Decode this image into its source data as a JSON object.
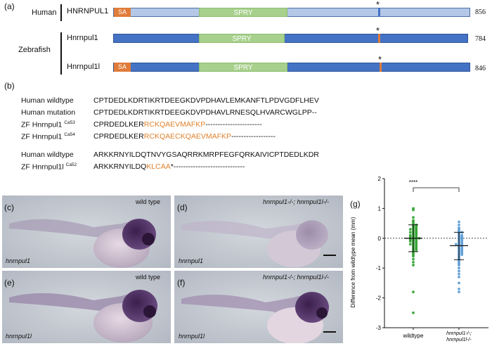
{
  "panel_a": {
    "label": "(a)",
    "human_group": "Human",
    "zebrafish_group": "Zebrafish",
    "proteins": [
      {
        "name": "HNRNPUL1",
        "domain_sa": "SA",
        "domain_spry": "SPRY",
        "length": "856",
        "mutation_marker": "*"
      },
      {
        "name": "Hnrnpul1",
        "domain_sa": "",
        "domain_spry": "SPRY",
        "length": "784",
        "mutation_marker": "*"
      },
      {
        "name": "Hnrnpul1l",
        "domain_sa": "SA",
        "domain_spry": "SPRY",
        "length": "846",
        "mutation_marker": "*"
      }
    ],
    "colors": {
      "human_bar": "#b4c7e7",
      "zebrafish_bar": "#4472c4",
      "sa": "#e07b39",
      "spry": "#a8d08d",
      "mutation_site": "#e07b39"
    }
  },
  "panel_b": {
    "label": "(b)",
    "rows": [
      {
        "label": "Human wildtype",
        "sup": "",
        "seq_black": "CPTDEDLKDRTIKRTDEEGKDVPDHAVLEMKANFTLPDVGDFLHEV",
        "seq_orange": "",
        "seq_tail": ""
      },
      {
        "label": "Human mutation",
        "sup": "",
        "seq_black": "CPTDEDLKDRTIKRTDEEGKDVPDHAVLRNESQLHVARCWGLPP--",
        "seq_orange": "",
        "seq_tail": ""
      },
      {
        "label": "ZF Hnrnpul1",
        "sup": "Ca53",
        "seq_black": "CPRDEDLKER",
        "seq_orange": "RCKQAEVMAFKP",
        "seq_tail": "-----------------------"
      },
      {
        "label": "ZF Hnrnpul1",
        "sup": "Ca54",
        "seq_black": "CPRDEDLKER",
        "seq_orange": "RCKQAECKQAEVMAFKP",
        "seq_tail": "------------------"
      },
      {
        "label": "Human wildtype",
        "sup": "",
        "seq_black": "ARKKRNYILDQTNVYGSAQRRKMRPFEGFQRKAIVICPTDEDLKDR",
        "seq_orange": "",
        "seq_tail": ""
      },
      {
        "label": "ZF Hnrnpul1l",
        "sup": "Ca52",
        "seq_black": "ARKKRNYILDQ",
        "seq_orange": "KLCAA",
        "seq_tail": "*-----------------------------"
      }
    ]
  },
  "panels_images": [
    {
      "label": "(c)",
      "genotype": "wild type",
      "probe": "hnrnpul1"
    },
    {
      "label": "(d)",
      "genotype": "hnrnpul1-/-; hnrnpul1l-/-",
      "probe": "hnrnpul1"
    },
    {
      "label": "(e)",
      "genotype": "wild type",
      "probe": "hnrnpul1l"
    },
    {
      "label": "(f)",
      "genotype": "hnrnpul1-/-; hnrnpul1l-/-",
      "probe": "hnrnpul1l"
    }
  ],
  "panel_g": {
    "label": "(g)",
    "significance": "****",
    "ylabel": "Difference from wildtype mean (mm)",
    "yticks": [
      "2",
      "1",
      "0",
      "-1",
      "-2",
      "-3"
    ],
    "x_wildtype": "wildtype",
    "x_mutant_line1": "hnrnpul1-/-;",
    "x_mutant_line2": "hnrnpul1l-/-",
    "chart_data": {
      "type": "scatter",
      "xlabel": "",
      "ylabel": "Difference from wildtype mean (mm)",
      "ylim": [
        -3,
        2
      ],
      "categories": [
        "wildtype",
        "hnrnpul1-/-; hnrnpul1l-/-"
      ],
      "series": [
        {
          "name": "wildtype",
          "color": "#2ca02c",
          "mean": 0.0,
          "sd_low": -0.45,
          "sd_high": 0.45,
          "values": [
            1.0,
            0.95,
            0.7,
            0.6,
            0.55,
            0.5,
            0.45,
            0.45,
            0.4,
            0.4,
            0.35,
            0.35,
            0.3,
            0.3,
            0.3,
            0.25,
            0.25,
            0.2,
            0.2,
            0.2,
            0.15,
            0.15,
            0.1,
            0.1,
            0.1,
            0.05,
            0.05,
            0.05,
            0.0,
            0.0,
            0.0,
            0.0,
            -0.05,
            -0.05,
            -0.05,
            -0.1,
            -0.1,
            -0.1,
            -0.15,
            -0.15,
            -0.2,
            -0.2,
            -0.2,
            -0.25,
            -0.25,
            -0.3,
            -0.3,
            -0.35,
            -0.35,
            -0.4,
            -0.4,
            -0.45,
            -0.5,
            -0.55,
            -0.6,
            -0.7,
            -0.8,
            -0.9,
            -1.8,
            -2.5
          ]
        },
        {
          "name": "hnrnpul1-/-; hnrnpul1l-/-",
          "color": "#5b9bd5",
          "mean": -0.25,
          "sd_low": -0.72,
          "sd_high": 0.2,
          "values": [
            0.55,
            0.45,
            0.35,
            0.3,
            0.25,
            0.2,
            0.2,
            0.15,
            0.1,
            0.1,
            0.05,
            0.05,
            0.0,
            0.0,
            -0.05,
            -0.05,
            -0.1,
            -0.1,
            -0.15,
            -0.15,
            -0.2,
            -0.2,
            -0.2,
            -0.25,
            -0.25,
            -0.3,
            -0.3,
            -0.35,
            -0.35,
            -0.4,
            -0.4,
            -0.45,
            -0.45,
            -0.5,
            -0.5,
            -0.55,
            -0.55,
            -0.6,
            -0.65,
            -0.7,
            -0.75,
            -0.8,
            -0.85,
            -0.9,
            -1.0,
            -1.1,
            -1.2,
            -1.3,
            -1.5,
            -1.7,
            -1.8
          ]
        }
      ]
    }
  }
}
